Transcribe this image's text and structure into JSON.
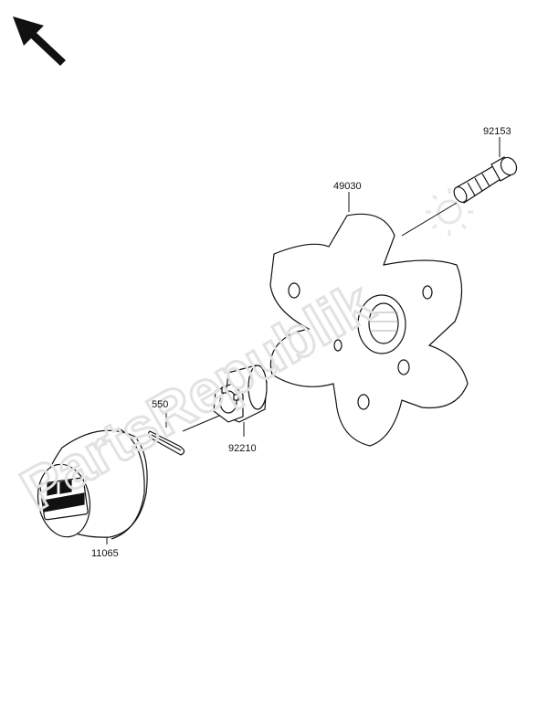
{
  "parts": [
    {
      "number": "92153",
      "name": "stud"
    },
    {
      "number": "49030",
      "name": "hub"
    },
    {
      "number": "550",
      "name": "cotter-pin"
    },
    {
      "number": "92210",
      "name": "castle-nut"
    },
    {
      "number": "11065",
      "name": "cap"
    }
  ],
  "watermark": {
    "text": "PartsRepublik"
  },
  "cap_logo": {
    "text": "Kawasaki"
  }
}
